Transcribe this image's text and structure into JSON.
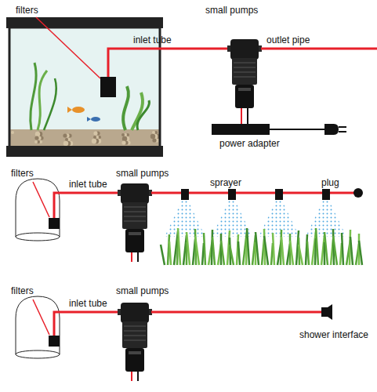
{
  "diagram": {
    "labels": [
      "filters",
      "small pumps",
      "inlet tube",
      "outlet pipe",
      "power adapter",
      "filters",
      "small pumps",
      "inlet tube",
      "sprayer",
      "plug",
      "filters",
      "small pumps",
      "inlet tube",
      "shower interface"
    ]
  }
}
